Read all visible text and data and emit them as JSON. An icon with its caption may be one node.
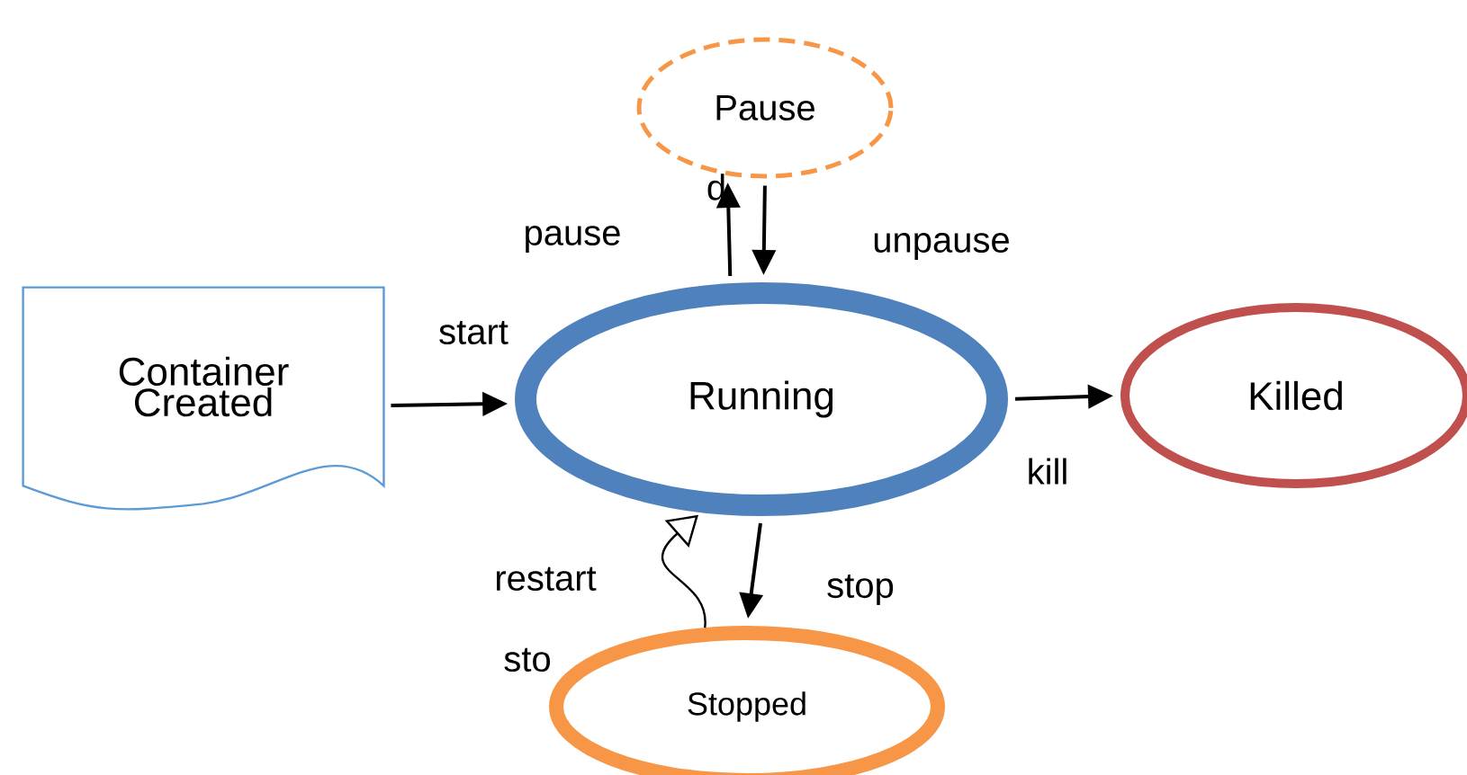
{
  "diagram": {
    "nodes": [
      {
        "text": [
          "Pause"
        ]
      },
      {
        "text": [
          "Container Created"
        ]
      },
      {
        "text": [
          "Running"
        ]
      },
      {
        "text": [
          "Killed"
        ]
      },
      {
        "text": [
          "Stopped"
        ]
      }
    ],
    "edges": [
      {
        "from": 2,
        "to": 0,
        "arrow": "to",
        "label": "pause"
      },
      {
        "from": 0,
        "to": 2,
        "arrow": "to",
        "label": "unpause"
      },
      {
        "from": 1,
        "to": 2,
        "arrow": "to",
        "label": "start"
      },
      {
        "from": 2,
        "to": 3,
        "arrow": "to",
        "label": "kill"
      },
      {
        "from": 2,
        "to": 4,
        "arrow": "to",
        "label": "stop"
      },
      {
        "from": 4,
        "to": 2,
        "arrow": "to",
        "label": "restart"
      }
    ],
    "labels": [
      "d",
      "sto"
    ]
  }
}
